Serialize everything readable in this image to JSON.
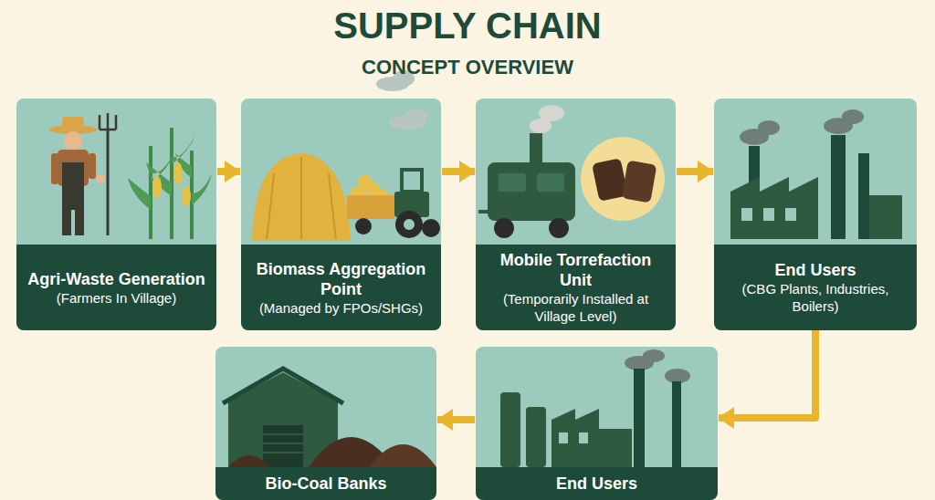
{
  "diagram": {
    "title": "SUPPLY CHAIN",
    "nodes": [
      {
        "text": [
          "Agri-Waste Generation",
          "(Farmers In Village)"
        ]
      },
      {
        "text": [
          "Biomass Aggregation Point",
          "(Managed by FPOs/SHGs)"
        ]
      },
      {
        "text": [
          "Mobile Torrefaction Unit",
          "(Temporarily Installed at Village Level)"
        ]
      },
      {
        "text": [
          "End Users",
          "(CBG Plants, Industries, Boilers)"
        ]
      },
      {
        "text": [
          "End Users"
        ]
      },
      {
        "text": [
          "Bio-Coal Banks"
        ]
      }
    ],
    "edges": [
      {
        "from": 0,
        "to": 1,
        "arrow": "to"
      },
      {
        "from": 1,
        "to": 2,
        "arrow": "to"
      },
      {
        "from": 2,
        "to": 3,
        "arrow": "to"
      },
      {
        "from": 3,
        "to": 4,
        "arrow": "to"
      },
      {
        "from": 4,
        "to": 5,
        "arrow": "to"
      }
    ],
    "labels": [
      "CONCEPT OVERVIEW"
    ]
  }
}
